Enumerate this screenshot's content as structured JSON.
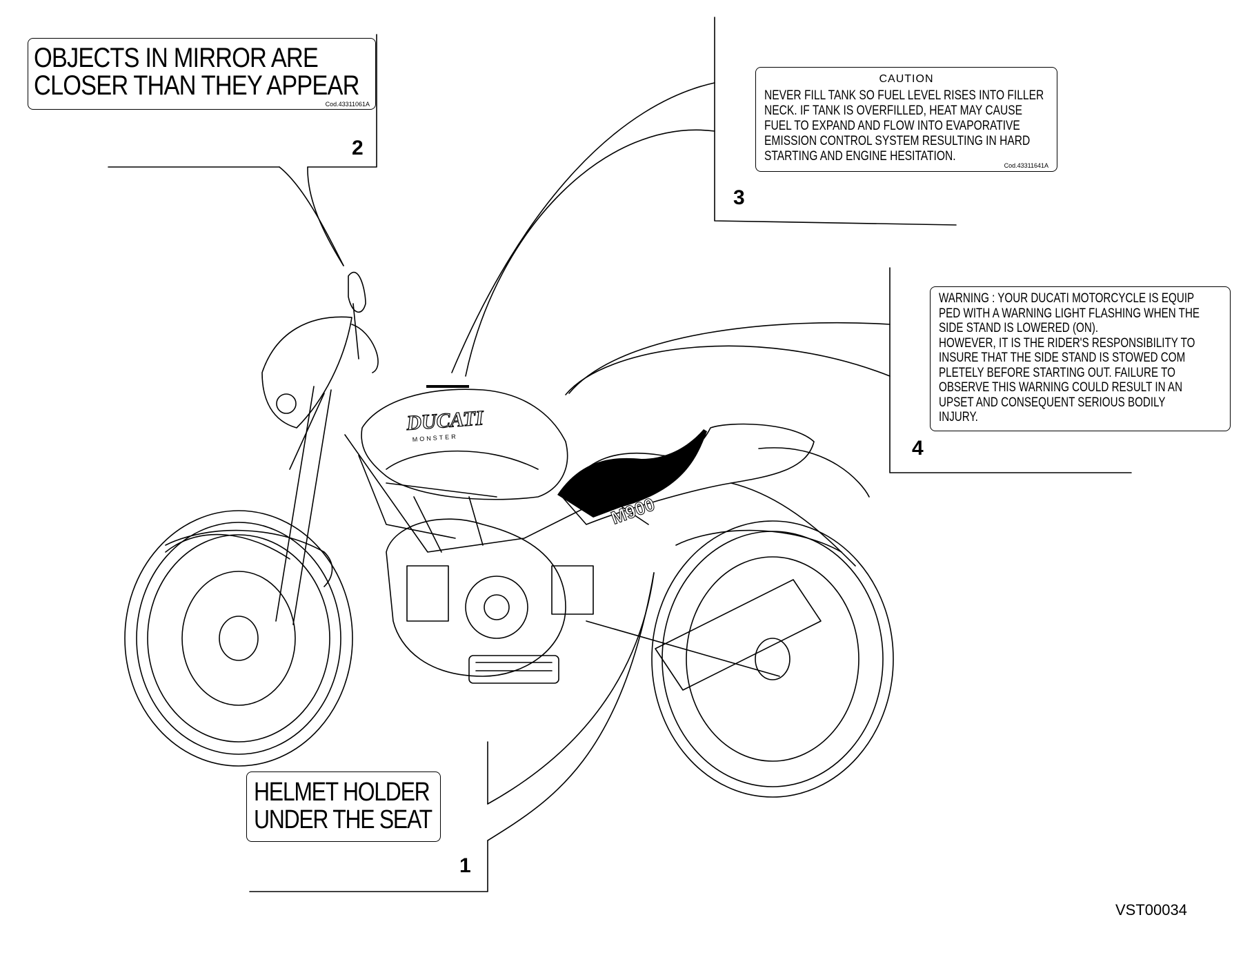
{
  "diagram": {
    "reference_code": "VST00034",
    "callouts": [
      {
        "number": "1",
        "lines": [
          "HELMET HOLDER",
          "UNDER THE SEAT"
        ]
      },
      {
        "number": "2",
        "lines": [
          "OBJECTS IN MIRROR ARE",
          "CLOSER THAN THEY APPEAR"
        ],
        "code": "Cod.43311061A"
      },
      {
        "number": "3",
        "title": "CAUTION",
        "lines": [
          "NEVER FILL TANK SO FUEL LEVEL RISES INTO FILLER",
          "NECK. IF TANK IS OVERFILLED, HEAT MAY CAUSE",
          "FUEL TO EXPAND AND FLOW INTO EVAPORATIVE",
          "EMISSION CONTROL SYSTEM RESULTING IN HARD",
          "STARTING AND ENGINE HESITATION."
        ],
        "code": "Cod.43311641A"
      },
      {
        "number": "4",
        "lines": [
          "WARNING : YOUR DUCATI MOTORCYCLE IS EQUIP",
          "PED WITH A WARNING LIGHT FLASHING WHEN THE",
          "SIDE STAND IS LOWERED (ON).",
          "HOWEVER, IT IS THE RIDER'S RESPONSIBILITY TO",
          "INSURE THAT THE SIDE STAND IS STOWED COM",
          "PLETELY BEFORE STARTING OUT. FAILURE TO",
          "OBSERVE THIS WARNING COULD RESULT IN AN",
          "UPSET AND CONSEQUENT SERIOUS BODILY",
          "INJURY."
        ]
      }
    ],
    "bike_markings": {
      "tank_logo": "DUCATI",
      "tank_sub": "MONSTER",
      "side_panel": "M900"
    }
  }
}
